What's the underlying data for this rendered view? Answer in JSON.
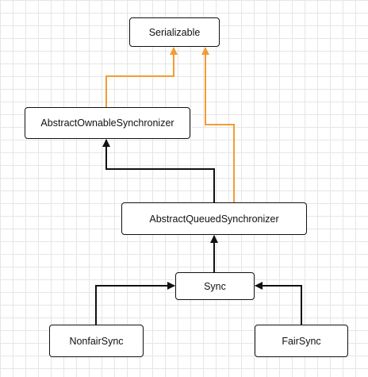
{
  "diagram": {
    "nodes": {
      "serializable": "Serializable",
      "abstract_ownable_synchronizer": "AbstractOwnableSynchronizer",
      "abstract_queued_synchronizer": "AbstractQueuedSynchronizer",
      "sync": "Sync",
      "nonfair_sync": "NonfairSync",
      "fair_sync": "FairSync"
    },
    "edges": [
      {
        "from": "abstract_ownable_synchronizer",
        "to": "serializable",
        "kind": "implements",
        "color": "#f39c34"
      },
      {
        "from": "abstract_queued_synchronizer",
        "to": "serializable",
        "kind": "implements",
        "color": "#f39c34"
      },
      {
        "from": "abstract_queued_synchronizer",
        "to": "abstract_ownable_synchronizer",
        "kind": "extends",
        "color": "#111111"
      },
      {
        "from": "sync",
        "to": "abstract_queued_synchronizer",
        "kind": "extends",
        "color": "#111111"
      },
      {
        "from": "nonfair_sync",
        "to": "sync",
        "kind": "extends",
        "color": "#111111"
      },
      {
        "from": "fair_sync",
        "to": "sync",
        "kind": "extends",
        "color": "#111111"
      }
    ]
  },
  "colors": {
    "implements_edge": "#f39c34",
    "extends_edge": "#111111",
    "grid": "#e6e6e6",
    "node_border": "#111111"
  }
}
